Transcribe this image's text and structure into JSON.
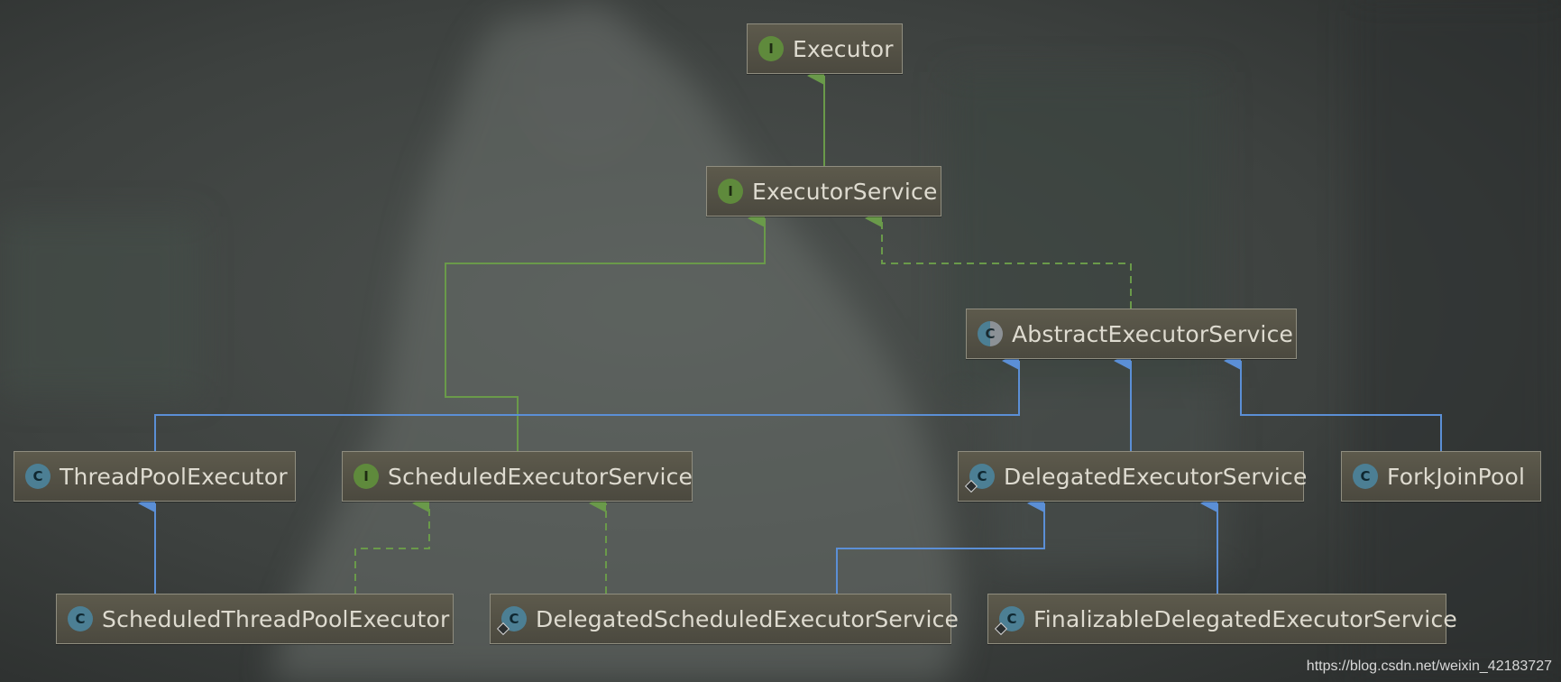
{
  "diagram": {
    "nodes": [
      {
        "id": "executor",
        "label": "Executor",
        "kind": "interface",
        "badge": "I"
      },
      {
        "id": "executor_service",
        "label": "ExecutorService",
        "kind": "interface",
        "badge": "I"
      },
      {
        "id": "abstract_executor_service",
        "label": "AbstractExecutorService",
        "kind": "abstract",
        "badge": "C"
      },
      {
        "id": "thread_pool_executor",
        "label": "ThreadPoolExecutor",
        "kind": "class",
        "badge": "C"
      },
      {
        "id": "scheduled_executor_service",
        "label": "ScheduledExecutorService",
        "kind": "interface",
        "badge": "I"
      },
      {
        "id": "delegated_executor_service",
        "label": "DelegatedExecutorService",
        "kind": "class",
        "badge": "C",
        "modifier": true
      },
      {
        "id": "fork_join_pool",
        "label": "ForkJoinPool",
        "kind": "class",
        "badge": "C"
      },
      {
        "id": "scheduled_thread_pool_executor",
        "label": "ScheduledThreadPoolExecutor",
        "kind": "class",
        "badge": "C"
      },
      {
        "id": "delegated_scheduled_executor_service",
        "label": "DelegatedScheduledExecutorService",
        "kind": "class",
        "badge": "C",
        "modifier": true
      },
      {
        "id": "finalizable_delegated_executor_service",
        "label": "FinalizableDelegatedExecutorService",
        "kind": "class",
        "badge": "C",
        "modifier": true
      }
    ],
    "edges": [
      {
        "from": "executor_service",
        "to": "executor",
        "type": "extends-interface"
      },
      {
        "from": "scheduled_executor_service",
        "to": "executor_service",
        "type": "extends-interface"
      },
      {
        "from": "abstract_executor_service",
        "to": "executor_service",
        "type": "implements"
      },
      {
        "from": "thread_pool_executor",
        "to": "abstract_executor_service",
        "type": "extends-class"
      },
      {
        "from": "delegated_executor_service",
        "to": "abstract_executor_service",
        "type": "extends-class"
      },
      {
        "from": "fork_join_pool",
        "to": "abstract_executor_service",
        "type": "extends-class"
      },
      {
        "from": "scheduled_thread_pool_executor",
        "to": "thread_pool_executor",
        "type": "extends-class"
      },
      {
        "from": "scheduled_thread_pool_executor",
        "to": "scheduled_executor_service",
        "type": "implements"
      },
      {
        "from": "delegated_scheduled_executor_service",
        "to": "scheduled_executor_service",
        "type": "implements"
      },
      {
        "from": "delegated_scheduled_executor_service",
        "to": "delegated_executor_service",
        "type": "extends-class"
      },
      {
        "from": "finalizable_delegated_executor_service",
        "to": "delegated_executor_service",
        "type": "extends-class"
      }
    ]
  },
  "colors": {
    "interface_edge": "#6a9a4a",
    "class_edge": "#5b8fd6",
    "interface_badge": "#5f8a3c",
    "class_badge": "#4c7f94",
    "node_fill": "#56544a",
    "node_border": "#8f8d7f"
  },
  "watermark": "https://blog.csdn.net/weixin_42183727"
}
